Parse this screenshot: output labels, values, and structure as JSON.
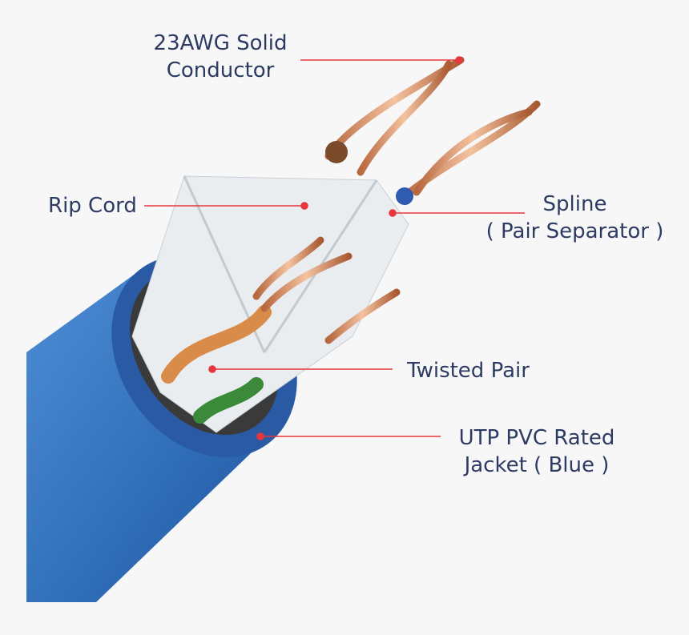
{
  "labels": {
    "conductor": {
      "line1": "23AWG Solid",
      "line2": "Conductor"
    },
    "rip_cord": "Rip Cord",
    "spline": {
      "line1": "Spline",
      "line2": "( Pair Separator )"
    },
    "twisted_pair": "Twisted Pair",
    "jacket": {
      "line1": "UTP PVC Rated",
      "line2": "Jacket ( Blue )"
    }
  },
  "colors": {
    "jacket": "#2f6db8",
    "leader": "#e8363c",
    "text": "#2d3b63",
    "copper": "#d9946a"
  }
}
